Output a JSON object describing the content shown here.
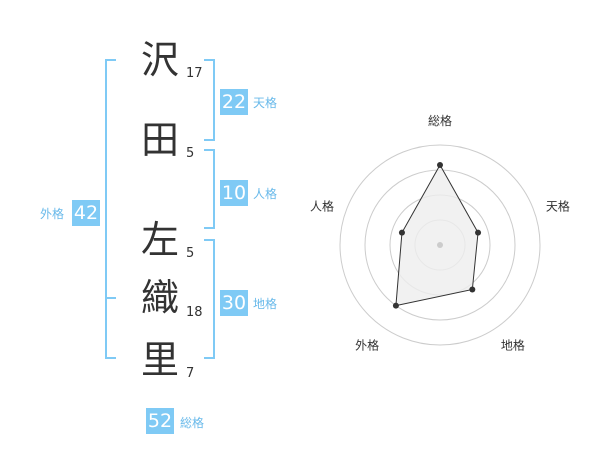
{
  "name": {
    "chars": [
      {
        "char": "沢",
        "strokes": "17"
      },
      {
        "char": "田",
        "strokes": "5"
      },
      {
        "char": "左",
        "strokes": "5"
      },
      {
        "char": "織",
        "strokes": "18"
      },
      {
        "char": "里",
        "strokes": "7"
      }
    ]
  },
  "kakusu": {
    "ten": {
      "value": "22",
      "label": "天格"
    },
    "jin": {
      "value": "10",
      "label": "人格"
    },
    "chi": {
      "value": "30",
      "label": "地格"
    },
    "gai": {
      "value": "42",
      "label": "外格"
    },
    "sou": {
      "value": "52",
      "label": "総格"
    }
  },
  "chart_data": {
    "type": "radar",
    "axes": [
      "総格",
      "天格",
      "地格",
      "外格",
      "人格"
    ],
    "values": [
      0.8,
      0.4,
      0.55,
      0.75,
      0.4
    ],
    "rings": 4,
    "colors": {
      "ring": "#cccccc",
      "fill": "#eeeeee",
      "line": "#333333",
      "dot": "#333333",
      "center": "#cccccc"
    }
  }
}
